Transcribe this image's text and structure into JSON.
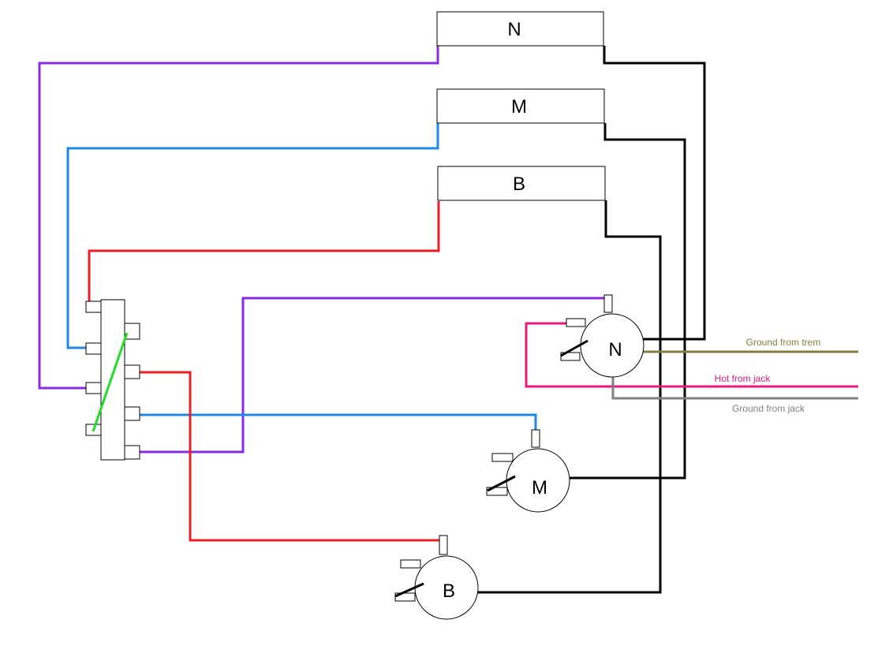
{
  "pickups": {
    "neck": {
      "label": "N"
    },
    "middle": {
      "label": "M"
    },
    "bridge": {
      "label": "B"
    }
  },
  "pots": {
    "neck": {
      "label": "N"
    },
    "middle": {
      "label": "M"
    },
    "bridge": {
      "label": "B"
    }
  },
  "external_wires": {
    "ground_from_trem": {
      "label": "Ground from trem",
      "color": "#808040"
    },
    "hot_from_jack": {
      "label": "Hot from jack",
      "color": "#e8197d"
    },
    "ground_from_jack": {
      "label": "Ground from jack",
      "color": "#808080"
    }
  },
  "wire_colors": {
    "neck_hot": "#8a2be2",
    "middle_hot": "#1e88e5",
    "bridge_hot": "#ee1c24",
    "ground": "#000000",
    "switch_blade": "#22dd22",
    "hot_jack": "#e8197d",
    "ground_trem": "#808040",
    "ground_jack": "#808080"
  }
}
